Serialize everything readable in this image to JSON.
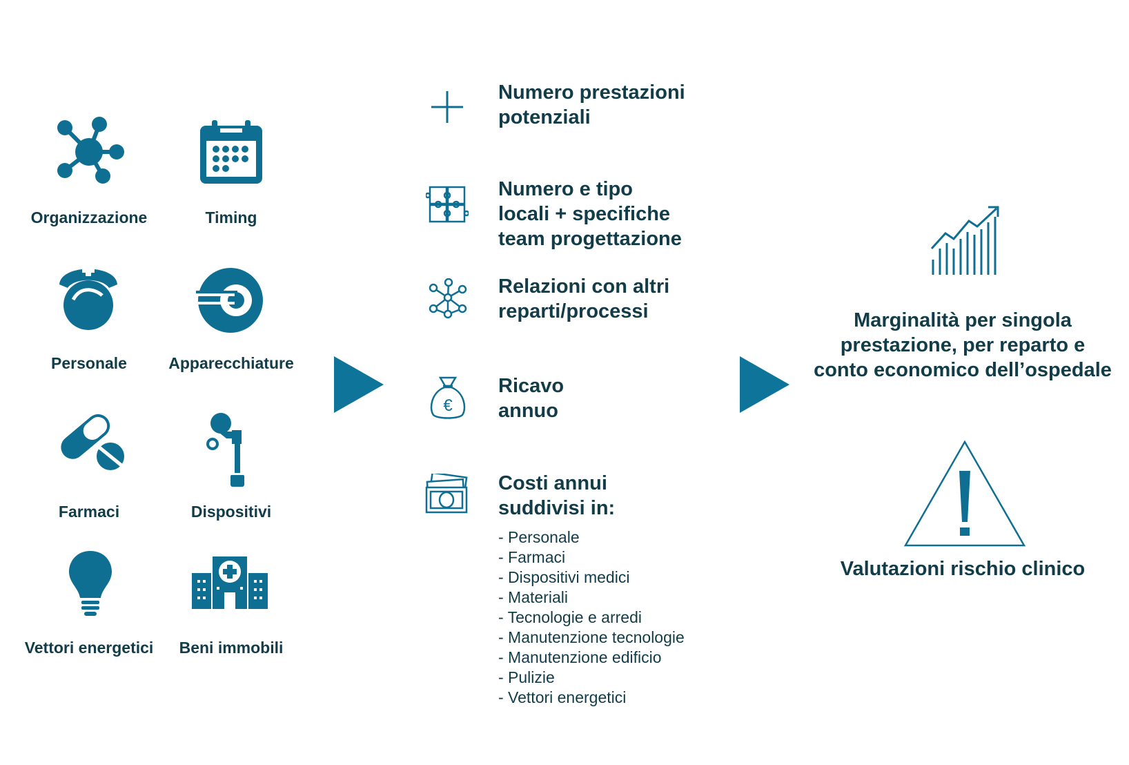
{
  "colors": {
    "icon": "#0f6f93",
    "text": "#123c48",
    "arrow": "#0e7499"
  },
  "inputs": [
    {
      "label": "Organizzazione",
      "icon": "network-icon"
    },
    {
      "label": "Timing",
      "icon": "calendar-icon"
    },
    {
      "label": "Personale",
      "icon": "nurse-icon"
    },
    {
      "label": "Apparecchiature",
      "icon": "mri-scanner-icon"
    },
    {
      "label": "Farmaci",
      "icon": "pills-icon"
    },
    {
      "label": "Dispositivi",
      "icon": "prosthesis-icon"
    },
    {
      "label": "Vettori energetici",
      "icon": "lightbulb-icon"
    },
    {
      "label": "Beni immobili",
      "icon": "hospital-icon"
    }
  ],
  "middle": [
    {
      "icon": "plus-icon",
      "lines": [
        "Numero prestazioni",
        "potenziali"
      ]
    },
    {
      "icon": "puzzle-icon",
      "lines": [
        "Numero e tipo",
        "locali + specifiche",
        "team progettazione"
      ]
    },
    {
      "icon": "process-nodes-icon",
      "lines": [
        "Relazioni con altri",
        "reparti/processi"
      ]
    },
    {
      "icon": "money-bag-euro-icon",
      "lines": [
        "Ricavo",
        "annuo"
      ]
    },
    {
      "icon": "cash-stack-icon",
      "lines": [
        "Costi annui",
        "suddivisi in:"
      ]
    }
  ],
  "cost_items": [
    "- Personale",
    "- Farmaci",
    "- Dispositivi medici",
    "- Materiali",
    "- Tecnologie e arredi",
    "- Manutenzione tecnologie",
    "- Manutenzione edificio",
    "- Pulizie",
    "- Vettori energetici"
  ],
  "outputs": {
    "margin": {
      "icon": "growth-chart-icon",
      "lines": [
        "Marginalità per singola",
        "prestazione, per reparto e",
        "conto economico dell’ospedale"
      ]
    },
    "risk": {
      "icon": "warning-triangle-icon",
      "label": "Valutazioni rischio clinico"
    }
  }
}
